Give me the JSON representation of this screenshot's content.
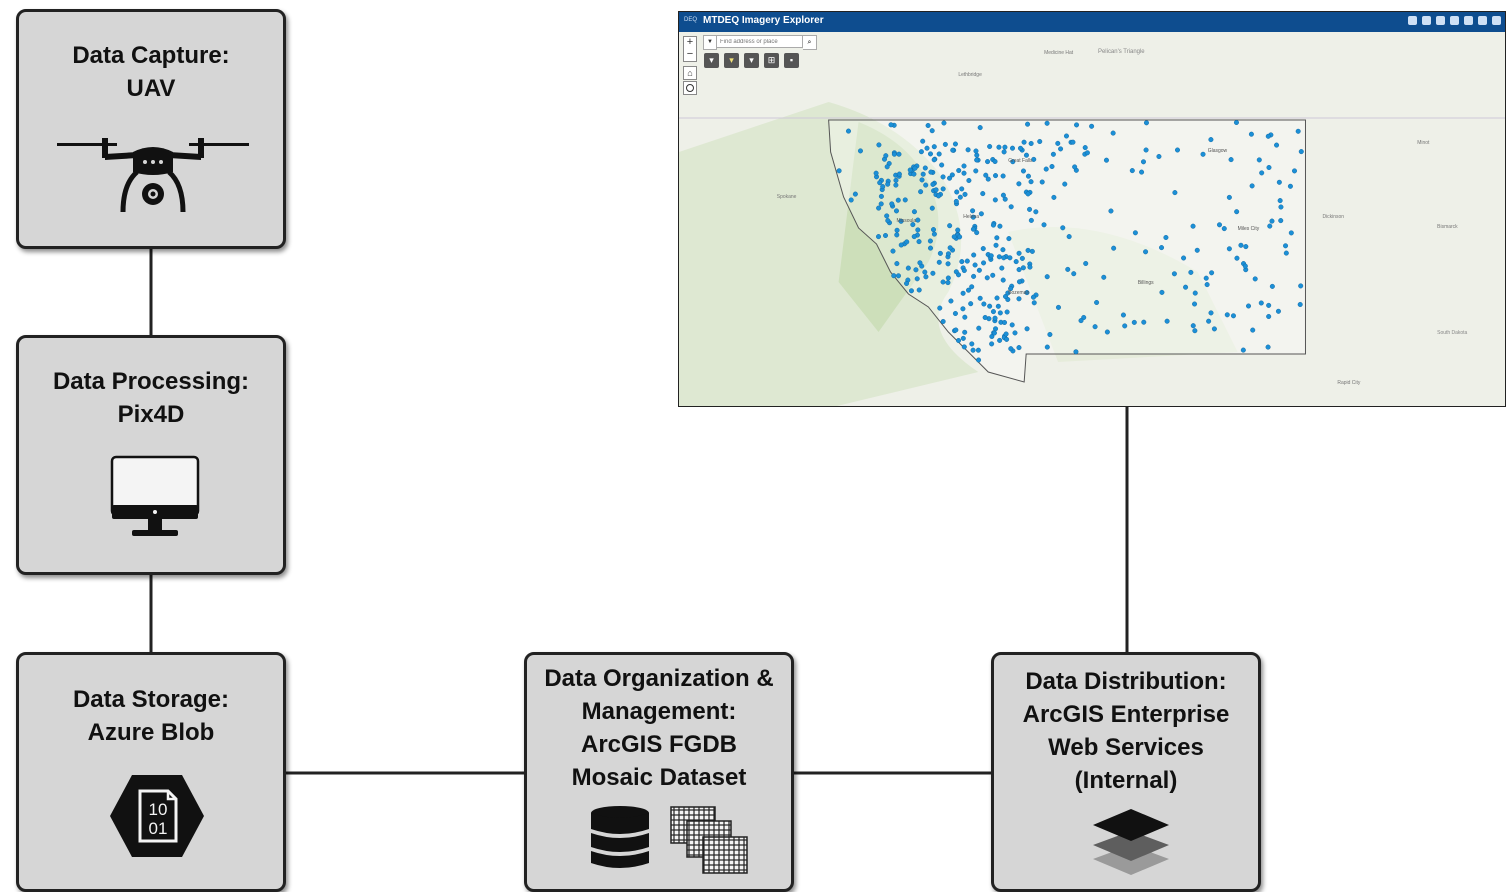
{
  "boxes": {
    "capture": {
      "line1": "Data Capture:",
      "line2": "UAV",
      "icon": "drone-icon"
    },
    "processing": {
      "line1": "Data Processing:",
      "line2": "Pix4D",
      "icon": "monitor-icon"
    },
    "storage": {
      "line1": "Data Storage:",
      "line2": "Azure Blob",
      "icon": "blob-storage-icon",
      "icon_text1": "10",
      "icon_text2": "01"
    },
    "organization": {
      "line1": "Data Organization &",
      "line2": "Management:",
      "line3": "ArcGIS FGDB",
      "line4": "Mosaic Dataset",
      "icons": [
        "database-icon",
        "raster-mosaic-icon"
      ]
    },
    "distribution": {
      "line1": "Data Distribution:",
      "line2": "ArcGIS Enterprise",
      "line3": "Web Services",
      "line4": "(Internal)",
      "icon": "layers-icon"
    }
  },
  "map_app": {
    "logo": "DEQ",
    "title": "MTDEQ Imagery Explorer",
    "search_placeholder": "Find address or place",
    "zoom_in": "+",
    "zoom_out": "−",
    "header_tools": [
      "layers-icon",
      "basemap-icon",
      "measure-icon",
      "download-icon",
      "print-icon",
      "legend-icon",
      "apps-icon"
    ],
    "filter_tools": [
      "filter-icon",
      "filter-icon",
      "filter-icon",
      "grid-icon",
      "image-icon"
    ],
    "place_labels": [
      "Pelican's Triangle",
      "Lethbridge",
      "Medicine Hat",
      "Spokane",
      "Missoula",
      "Bozeman",
      "Billings",
      "Great Falls",
      "Helena",
      "Glasgow",
      "Miles City",
      "Dickinson",
      "Bismarck",
      "Minot",
      "Rapid City",
      "South Dakota"
    ],
    "marker_color": "#1b8fd6",
    "header_color": "#0e4d8f"
  },
  "colors": {
    "box_fill": "#d6d6d6",
    "box_border": "#222222",
    "connector": "#222222"
  }
}
